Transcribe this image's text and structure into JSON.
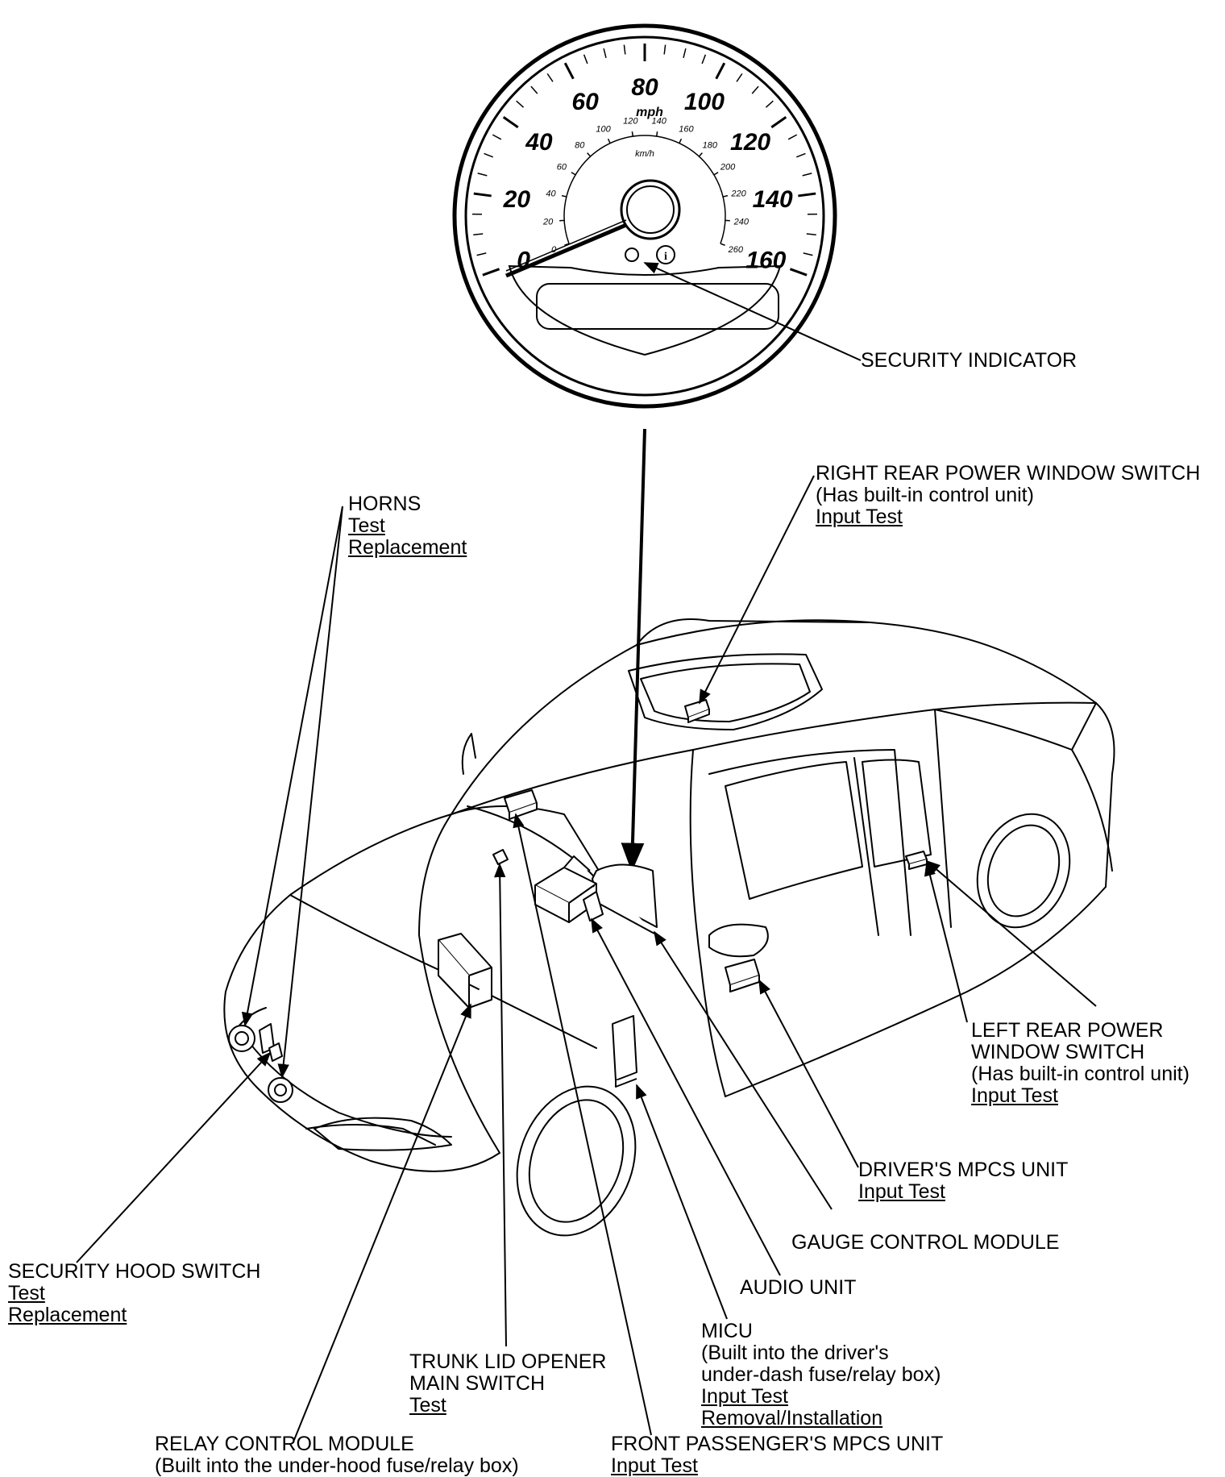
{
  "gauge": {
    "mph_ticks": [
      "0",
      "20",
      "40",
      "60",
      "80",
      "100",
      "120",
      "140",
      "160"
    ],
    "unit_mph": "mph",
    "kmh_ticks": [
      "0",
      "20",
      "40",
      "60",
      "80",
      "100",
      "120",
      "140",
      "160",
      "180",
      "200",
      "220",
      "240",
      "260"
    ],
    "unit_kmh": "km/h"
  },
  "labels": {
    "security_indicator": {
      "title": "SECURITY INDICATOR"
    },
    "horns": {
      "title": "HORNS",
      "links": [
        "Test",
        "Replacement"
      ]
    },
    "right_rear_pw_switch": {
      "title": "RIGHT REAR POWER WINDOW SWITCH",
      "note": "(Has built-in control unit)",
      "links": [
        "Input Test"
      ]
    },
    "left_rear_pw_switch": {
      "title_line1": "LEFT REAR POWER",
      "title_line2": "WINDOW SWITCH",
      "note": "(Has built-in control unit)",
      "links": [
        "Input Test"
      ]
    },
    "drivers_mpcs": {
      "title": "DRIVER'S MPCS UNIT",
      "links": [
        "Input Test"
      ]
    },
    "gauge_control_module": {
      "title": "GAUGE CONTROL MODULE"
    },
    "audio_unit": {
      "title": "AUDIO UNIT"
    },
    "micu": {
      "title": "MICU",
      "note_line1": "(Built into the driver's",
      "note_line2": "under-dash fuse/relay box)",
      "links": [
        "Input Test",
        "Removal/Installation"
      ]
    },
    "security_hood_switch": {
      "title": "SECURITY HOOD SWITCH",
      "links": [
        "Test",
        "Replacement"
      ]
    },
    "trunk_lid_opener": {
      "title_line1": "TRUNK LID OPENER",
      "title_line2": "MAIN SWITCH",
      "links": [
        "Test"
      ]
    },
    "relay_control_module": {
      "title": "RELAY CONTROL MODULE",
      "note": "(Built into the under-hood fuse/relay box)"
    },
    "front_passenger_mpcs": {
      "title": "FRONT PASSENGER'S MPCS UNIT",
      "links": [
        "Input Test"
      ]
    }
  }
}
